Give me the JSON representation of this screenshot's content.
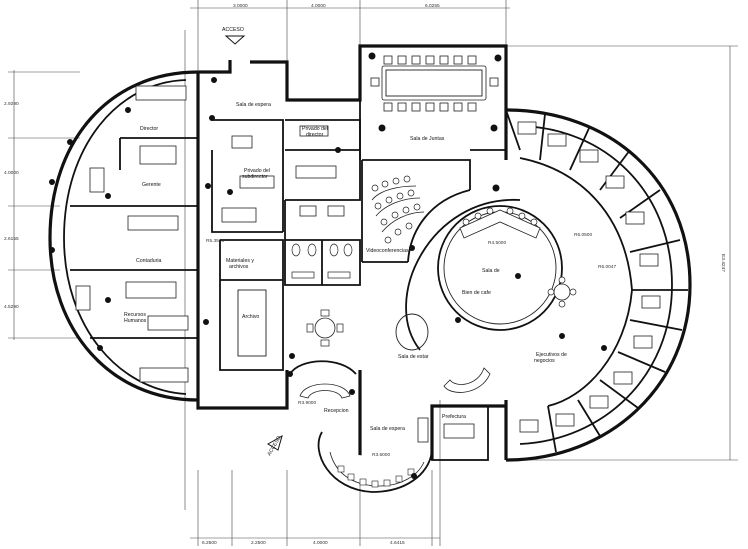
{
  "dimensions": {
    "top": [
      "3.0000",
      "4.0000",
      "6.0255"
    ],
    "bottom": [
      "6.2500",
      "2.2500",
      "4.0000",
      "4.6415"
    ],
    "left": [
      "2.9290",
      "4.0000",
      "2.6155",
      "4.5290"
    ],
    "right": [
      "E3.4247"
    ]
  },
  "labels": {
    "acceso_top": "ACCESO",
    "sala_espera_top": "Sala de espera",
    "sala_juntas": "Sala de Juntas",
    "privado_director_1": "Privado del",
    "privado_director_2": "director",
    "privado_subdirector_1": "Privado del",
    "privado_subdirector_2": "subdirector",
    "director": "Director",
    "gerente": "Gerente",
    "contaduria": "Contaduria",
    "rh_1": "Recursos",
    "rh_2": "Humanos",
    "materiales_1": "Materiales y",
    "materiales_2": "archivos",
    "archivo": "Archivo",
    "videoconferencias": "Videoconferencias",
    "sala_cafe": "Sala de",
    "bien_cafe": "Bien de cafe",
    "sala_estar": "Sala de estar",
    "ejecutivos_1": "Ejecutivos de",
    "ejecutivos_2": "negocios",
    "recepcion": "Recepcion",
    "sala_espera_bottom": "Sala de espera",
    "prefectura": "Prefectura",
    "acceso_bottom": "ACCESO",
    "radius_1": "R6.0500",
    "radius_2": "R6.0047",
    "radius_3": "R4.5000",
    "radius_4": "R5.3500",
    "radius_5": "R3.9000",
    "radius_6": "R3.6000"
  }
}
